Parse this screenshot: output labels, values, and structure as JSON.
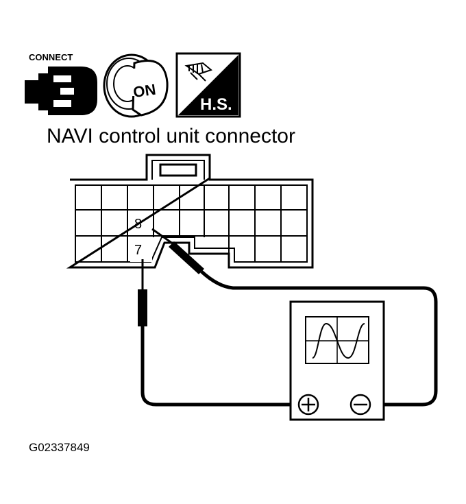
{
  "header": {
    "connect_label": "CONNECT",
    "ignition_label": "ON",
    "harness_label": "H.S."
  },
  "diagram": {
    "title": "NAVI control unit connector",
    "pin_upper": "8",
    "pin_lower": "7",
    "figure_code": "G02337849"
  },
  "icons": [
    "connect-icon",
    "ignition-key-on-icon",
    "harness-side-icon",
    "oscilloscope-icon",
    "sine-wave-icon",
    "plus-terminal-icon",
    "minus-terminal-icon"
  ]
}
